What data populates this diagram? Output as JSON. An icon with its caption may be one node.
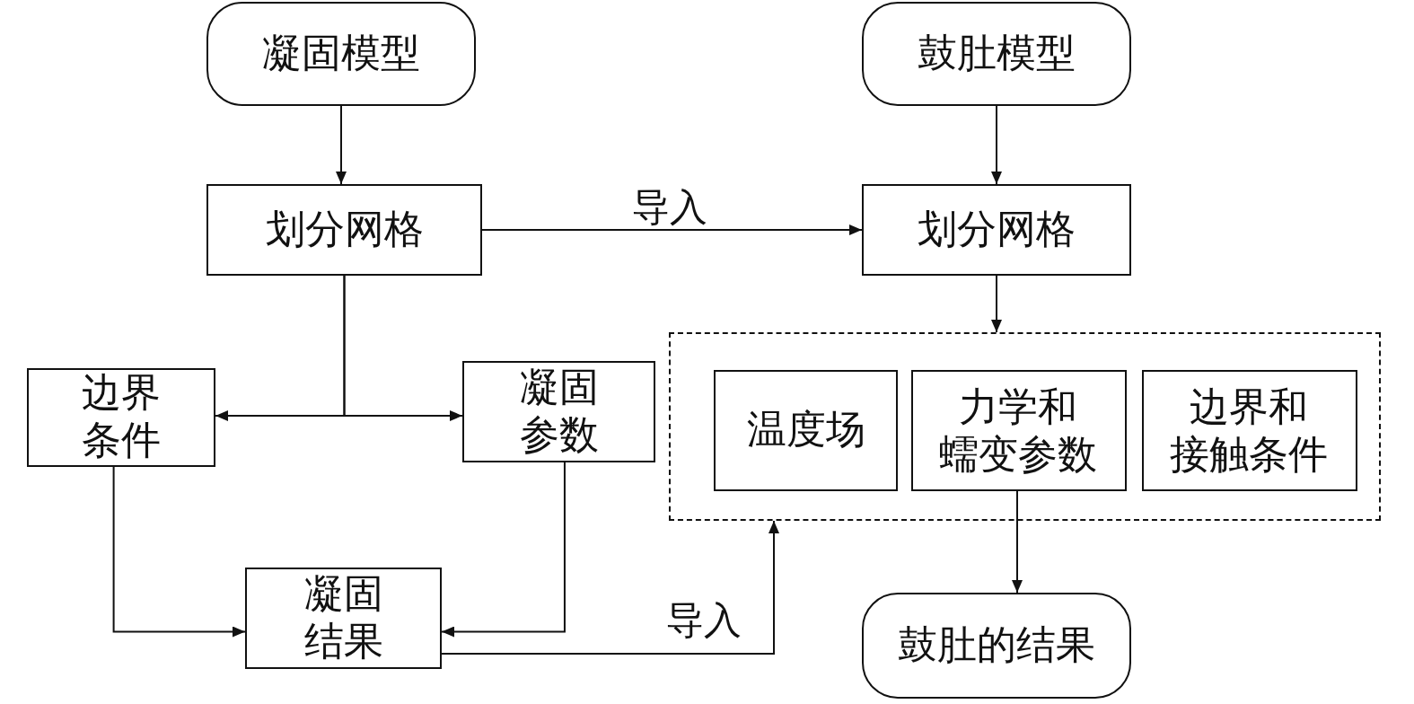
{
  "diagram": {
    "nodes": [
      {
        "text": [
          "凝固模型"
        ]
      },
      {
        "text": [
          "划分网格"
        ]
      },
      {
        "text": [
          "鼓肚模型"
        ]
      },
      {
        "text": [
          "划分网格"
        ]
      },
      {
        "text": [],
        "shape": "box"
      },
      {
        "text": [
          "温度场"
        ],
        "in": 4
      },
      {
        "text": [
          "力学和蠕变参数"
        ],
        "in": 4
      },
      {
        "text": [
          "边界和接触条件"
        ],
        "in": 4
      },
      {
        "text": [
          "边界条件"
        ]
      },
      {
        "text": [
          "凝固参数"
        ]
      },
      {
        "text": [
          "凝固结果"
        ]
      },
      {
        "text": [
          "鼓肚的结果"
        ]
      }
    ],
    "edges": [
      {
        "from": 0,
        "to": 1,
        "arrow": "to"
      },
      {
        "from": 2,
        "to": 3,
        "arrow": "to"
      },
      {
        "from": 1,
        "to": 3,
        "arrow": "to",
        "label": "导入"
      },
      {
        "from": 3,
        "to": 4,
        "arrow": "to"
      },
      {
        "from": 1,
        "to": 8,
        "arrow": "to"
      },
      {
        "from": 1,
        "to": 9,
        "arrow": "to"
      },
      {
        "from": 8,
        "to": 10,
        "arrow": "to"
      },
      {
        "from": 9,
        "to": 10,
        "arrow": "to"
      },
      {
        "from": 10,
        "to": 4,
        "arrow": "to",
        "label": "导入"
      },
      {
        "from": 6,
        "to": 11,
        "arrow": "to"
      }
    ]
  }
}
